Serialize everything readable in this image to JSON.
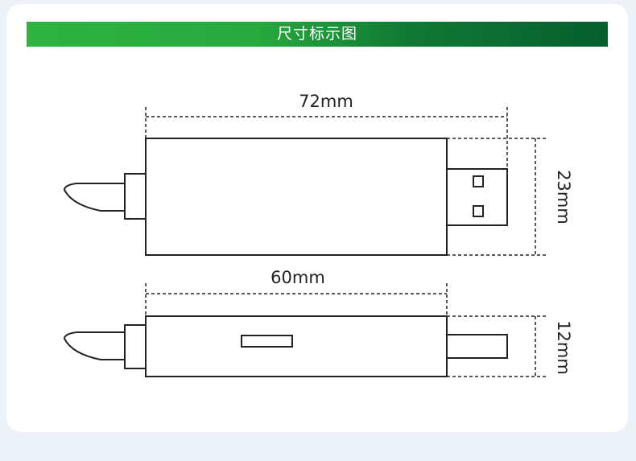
{
  "title": "尺寸标示图",
  "dimensions": {
    "top_length": "72mm",
    "top_height": "23mm",
    "side_length": "60mm",
    "side_height": "12mm"
  },
  "colors": {
    "banner_start": "#2eb442",
    "banner_end": "#075e2f",
    "background": "#edf1f8"
  }
}
